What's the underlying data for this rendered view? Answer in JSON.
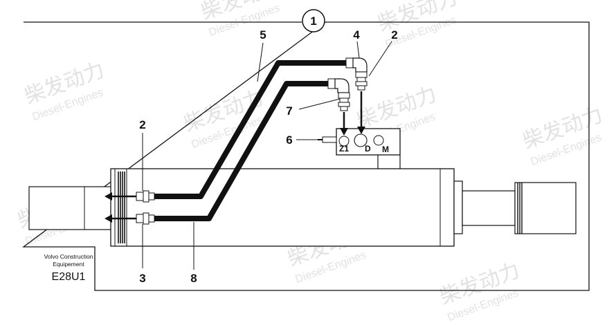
{
  "diagram": {
    "callouts": {
      "c1": "1",
      "c2_top": "2",
      "c2_left": "2",
      "c3": "3",
      "c4": "4",
      "c5": "5",
      "c6": "6",
      "c7": "7",
      "c8": "8"
    },
    "ports": {
      "z1": "Z1",
      "d": "D",
      "m": "M"
    },
    "caption": {
      "maker_line1": "Volvo Construction",
      "maker_line2": "Equipement",
      "code": "E28U1"
    }
  },
  "watermark": {
    "brand": "柴发动力",
    "sub": "Diesel-Engines",
    "color": "#e2e2e2"
  }
}
